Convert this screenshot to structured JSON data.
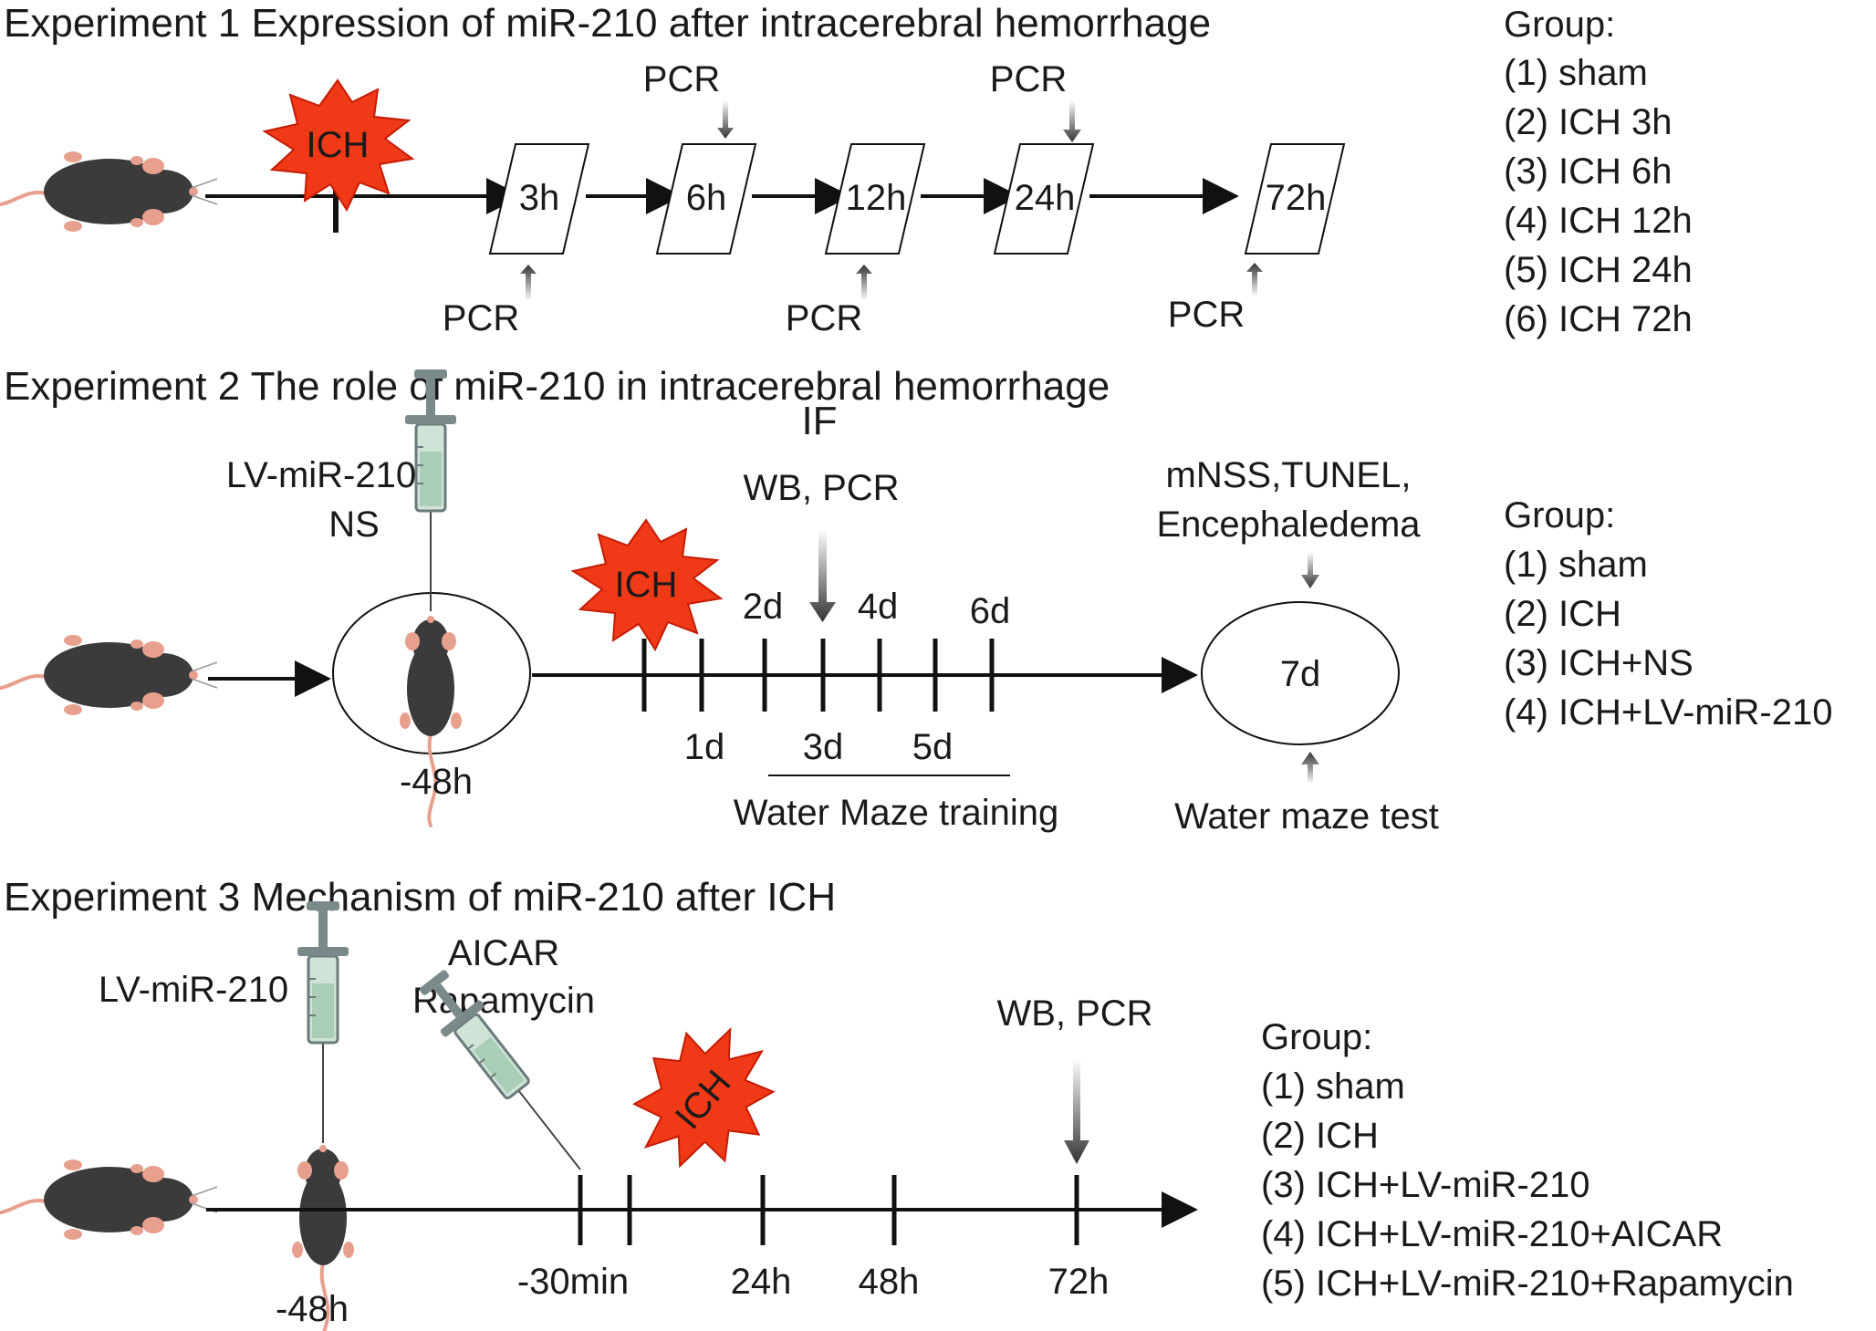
{
  "experiment1": {
    "title": "Experiment 1 Expression of miR-210 after intracerebral hemorrhage",
    "burst_label": "ICH",
    "timepoints": [
      "3h",
      "6h",
      "12h",
      "24h",
      "72h"
    ],
    "pcr_label": "PCR",
    "group_title": "Group:",
    "groups": [
      "(1) sham",
      "(2) ICH 3h",
      "(3) ICH 6h",
      "(4) ICH 12h",
      "(5) ICH 24h",
      "(6) ICH 72h"
    ]
  },
  "experiment2": {
    "title": "Experiment 2 The role of miR-210 in intracerebral hemorrhage",
    "injection_label_1": "LV-miR-210",
    "injection_label_2": "NS",
    "pre_time": "-48h",
    "burst_label": "ICH",
    "if_label": "IF",
    "wb_pcr_label": "WB, PCR",
    "day_labels_top": [
      "2d",
      "4d",
      "6d"
    ],
    "day_labels_bottom": [
      "1d",
      "3d",
      "5d"
    ],
    "training_label": "Water Maze training",
    "end_label": "7d",
    "end_assays_1": "mNSS,TUNEL,",
    "end_assays_2": "Encephaledema",
    "test_label": "Water maze test",
    "group_title": "Group:",
    "groups": [
      "(1) sham",
      "(2) ICH",
      "(3) ICH+NS",
      "(4) ICH+LV-miR-210"
    ]
  },
  "experiment3": {
    "title": "Experiment 3 Mechanism of miR-210 after ICH",
    "injection_label": "LV-miR-210",
    "drug_label_1": "AICAR",
    "drug_label_2": "Rapamycin",
    "pre_time": "-48h",
    "burst_label": "ICH",
    "tick_labels": [
      "-30min",
      "24h",
      "48h",
      "72h"
    ],
    "wb_pcr_label": "WB, PCR",
    "group_title": "Group:",
    "groups": [
      "(1) sham",
      "(2) ICH",
      "(3) ICH+LV-miR-210",
      "(4) ICH+LV-miR-210+AICAR",
      "(5) ICH+LV-miR-210+Rapamycin"
    ]
  },
  "colors": {
    "burst": "#f03a17",
    "burst_edge": "#c41c05",
    "mouse": "#3b3b3b",
    "mouse_tail": "#e8a08e",
    "syringe_glass": "#cfe3d6",
    "syringe_metal": "#7a8a8a",
    "arrow_gray": "#8a8a8a"
  }
}
